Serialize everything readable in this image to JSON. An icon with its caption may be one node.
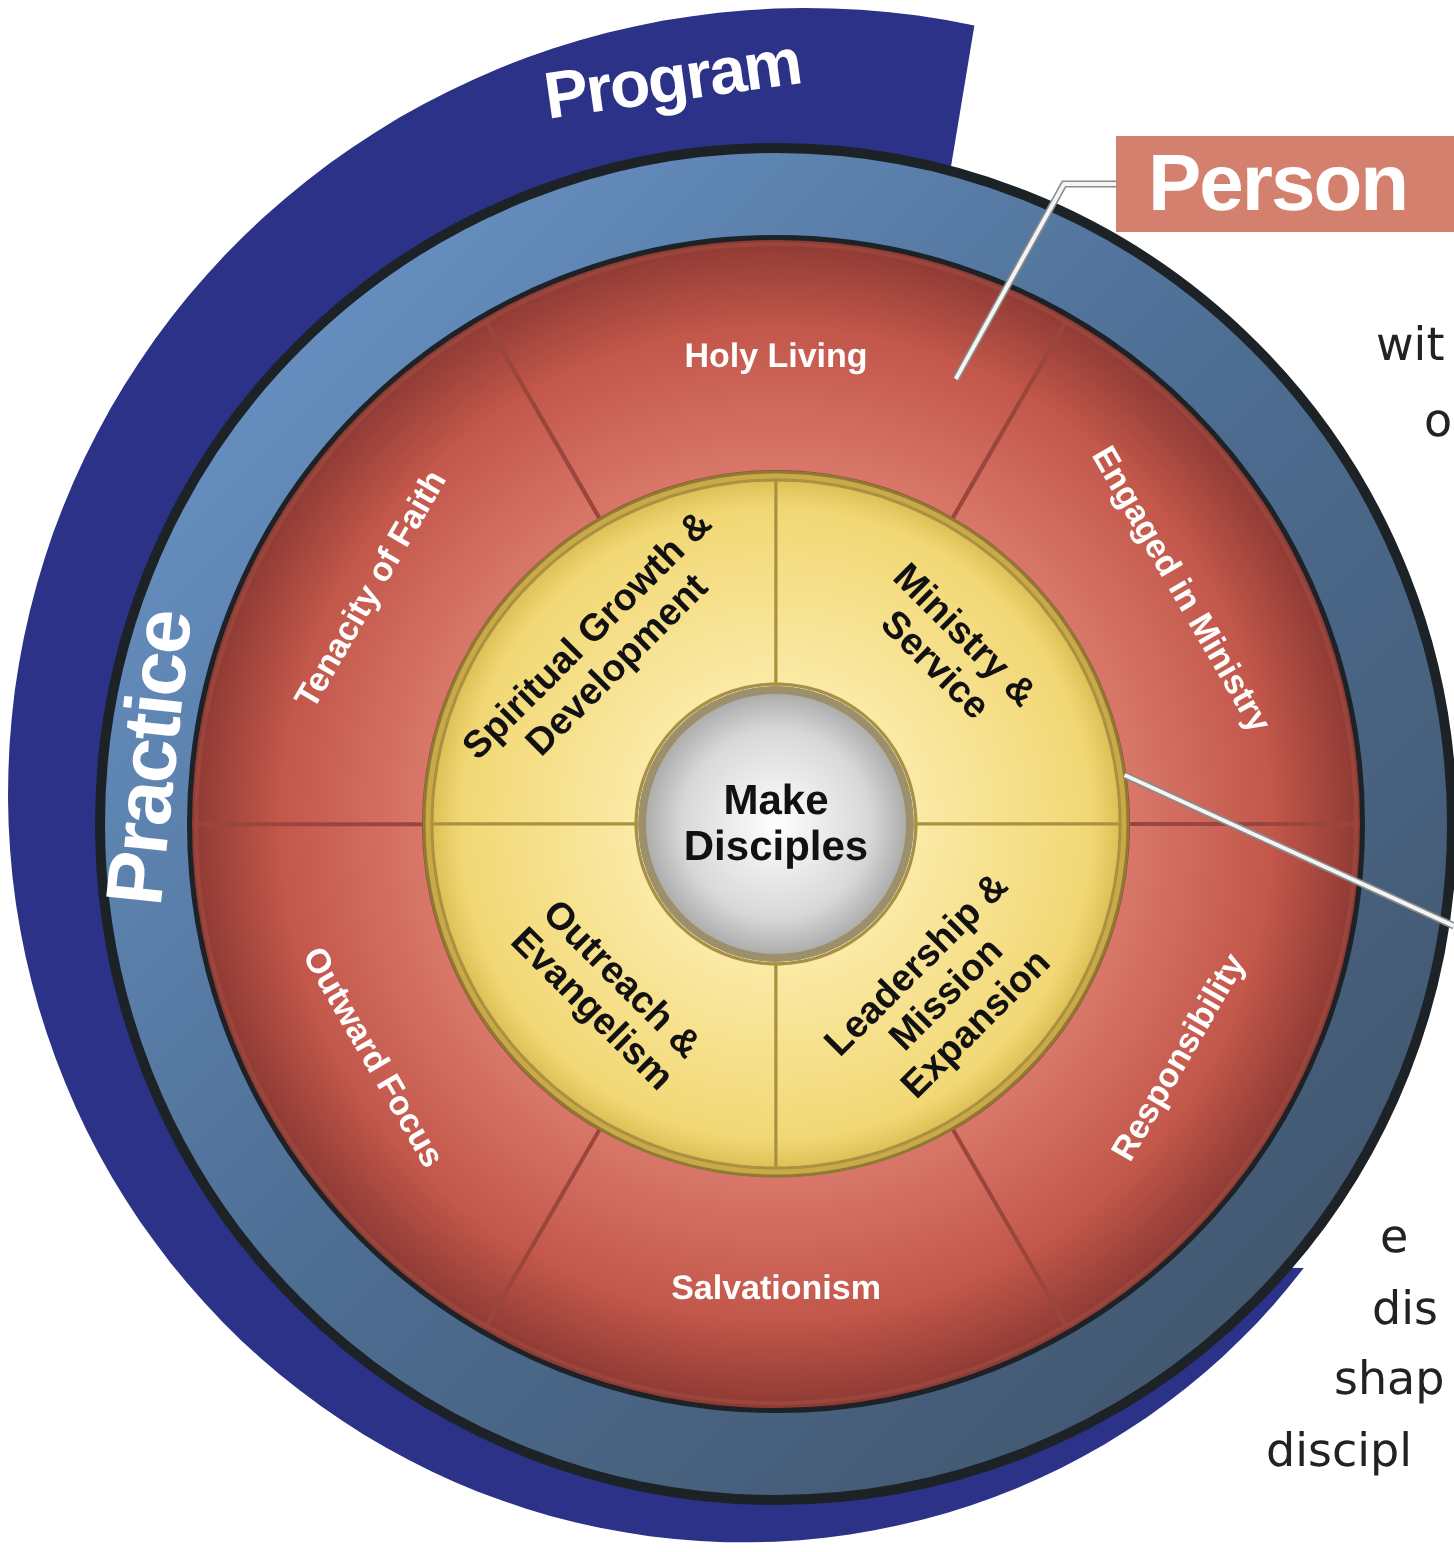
{
  "diagram": {
    "nodes": [
      {
        "text": [
          "Program"
        ]
      },
      {
        "text": [
          "Practice"
        ]
      },
      {
        "text": [],
        "shape": "circle",
        "in": 1
      },
      {
        "text": [
          "Holy Living"
        ],
        "in": 2
      },
      {
        "text": [
          "Engaged in Ministry"
        ],
        "in": 2
      },
      {
        "text": [
          "Responsibility"
        ],
        "in": 2
      },
      {
        "text": [
          "Salvationism"
        ],
        "in": 2
      },
      {
        "text": [
          "Outward Focus"
        ],
        "in": 2
      },
      {
        "text": [
          "Tenacity of Faith"
        ],
        "in": 2
      },
      {
        "text": [],
        "shape": "circle",
        "in": 2
      },
      {
        "text": [
          "Spiritual Growth & Development"
        ],
        "in": 9
      },
      {
        "text": [
          "Ministry & Service"
        ],
        "in": 9
      },
      {
        "text": [
          "Outreach & Evangelism"
        ],
        "in": 9
      },
      {
        "text": [
          "Leadership & Mission Expansion"
        ],
        "in": 9
      },
      {
        "text": [
          "Make Disciples"
        ],
        "in": 9
      },
      {
        "text": [
          "Person"
        ]
      }
    ],
    "edges": [
      {
        "from": 15,
        "to": 3,
        "arrow": "none"
      },
      {
        "from": 9,
        "to": null,
        "arrow": "none"
      }
    ],
    "labels": [
      "wit",
      "o",
      "e",
      "dis",
      "shap",
      "discipl"
    ]
  }
}
